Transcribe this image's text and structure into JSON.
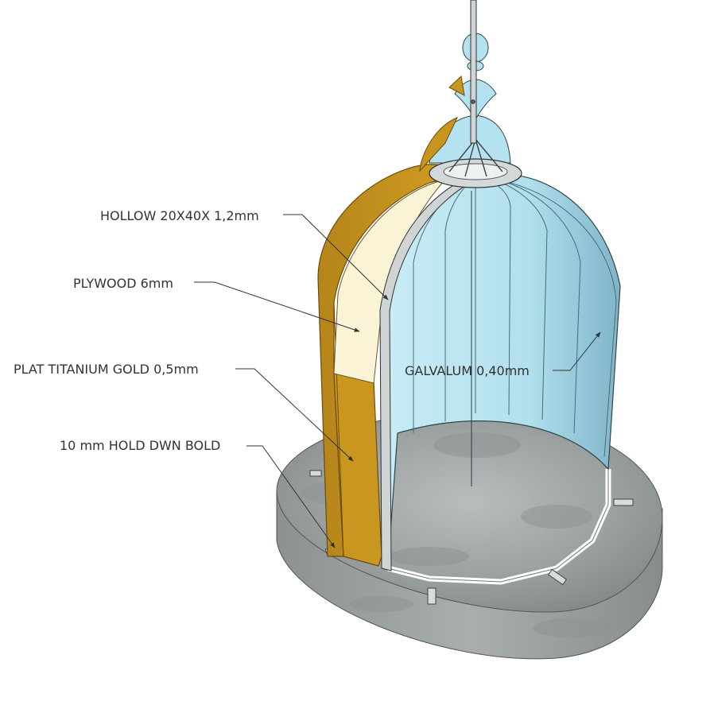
{
  "diagram": {
    "callouts": {
      "hollow": "HOLLOW 20X40X 1,2mm",
      "plywood": "PLYWOOD 6mm",
      "plat": "PLAT TITANIUM GOLD 0,5mm",
      "bolt": "10 mm HOLD DWN BOLD",
      "galvalum": "GALVALUM 0,40mm"
    },
    "colors": {
      "gold": "#c8951e",
      "gold_dark": "#a67716",
      "plywood": "#fbf3d6",
      "galvalum": "#b4e2f0",
      "galvalum_shade": "#8fc3d6",
      "concrete": "#a7acac",
      "concrete_dark": "#7d8283",
      "frame": "#c7cccd",
      "ring": "#ffffff",
      "leader": "#333333"
    }
  }
}
